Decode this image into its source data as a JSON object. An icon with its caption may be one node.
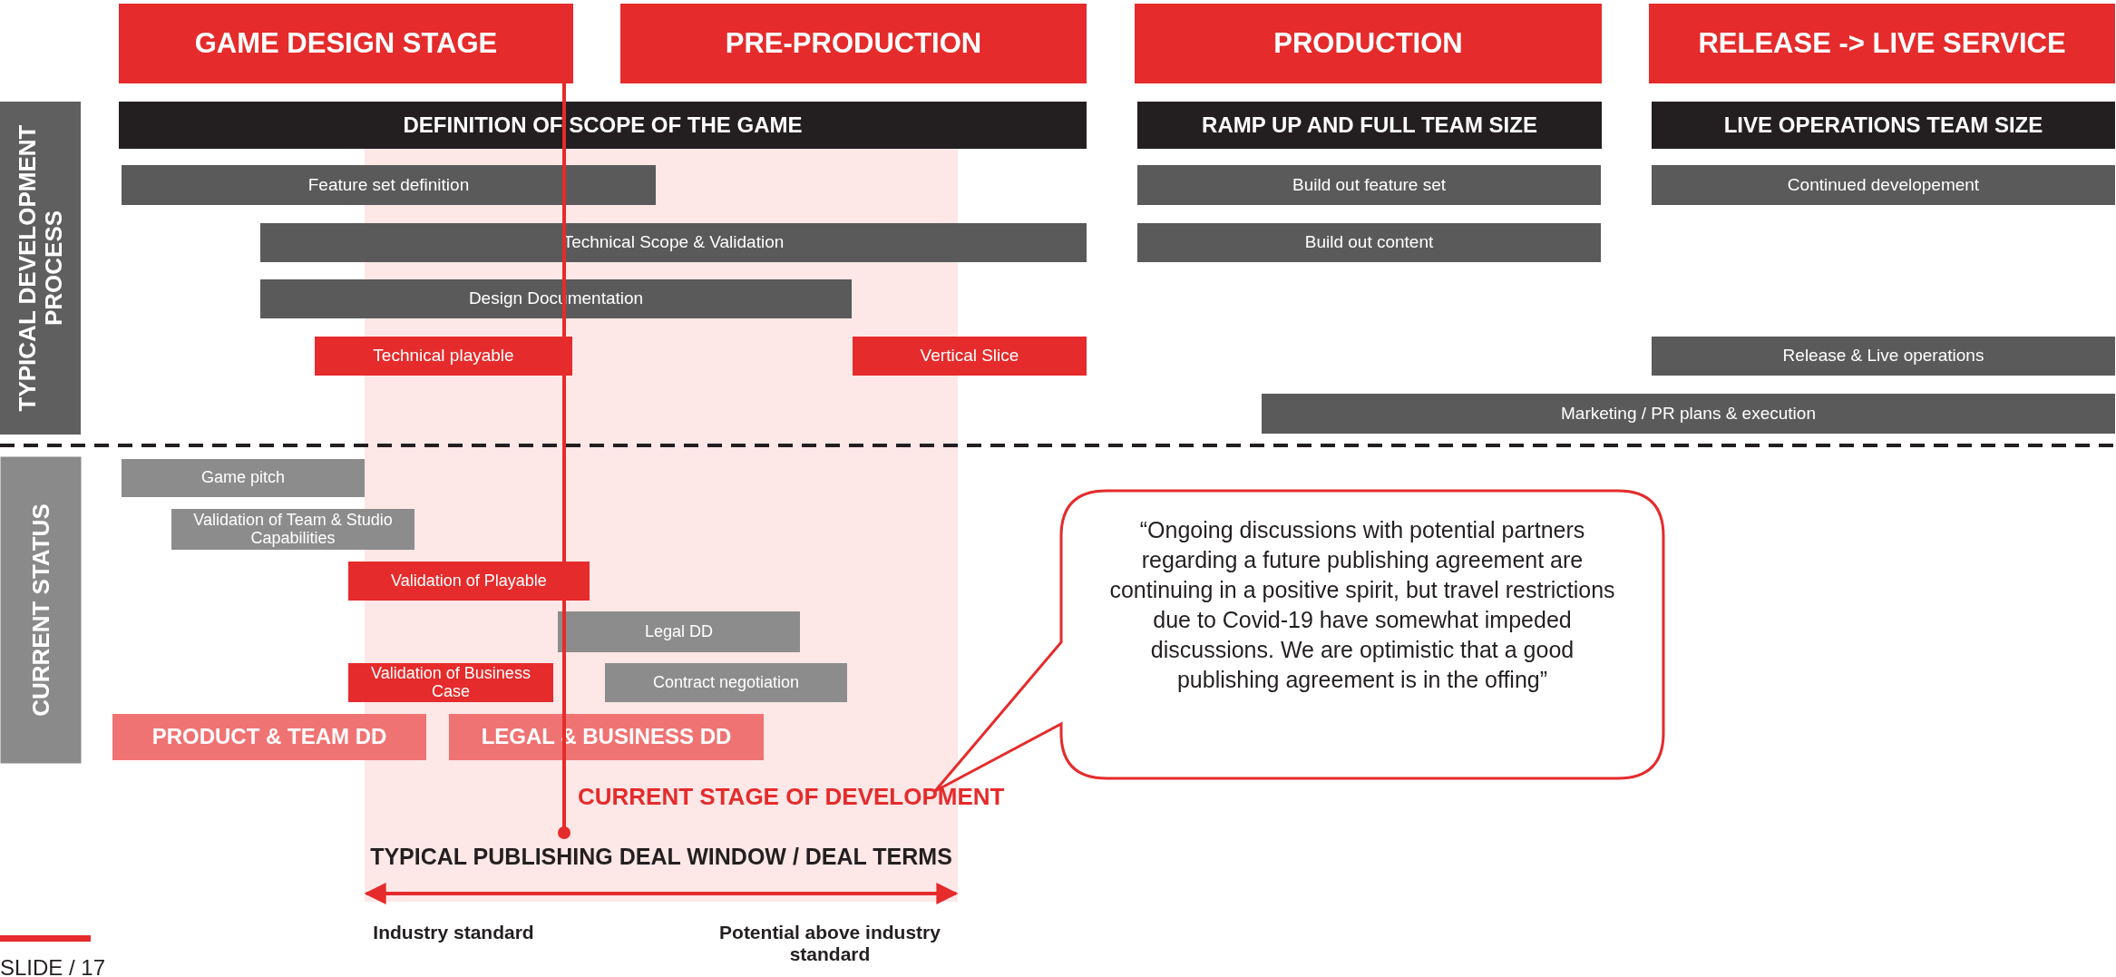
{
  "diagram": {
    "nodes": [
      {
        "text": [
          "GAME DESIGN STAGE"
        ]
      },
      {
        "text": [
          "PRE-PRODUCTION"
        ]
      },
      {
        "text": [
          "PRODUCTION"
        ]
      },
      {
        "text": [
          "RELEASE -> LIVE SERVICE"
        ]
      },
      {
        "text": [
          "TYPICAL DEVELOPMENT PROCESS"
        ]
      },
      {
        "text": [
          "DEFINITION OF SCOPE OF THE GAME"
        ]
      },
      {
        "text": [
          "RAMP UP AND FULL TEAM SIZE"
        ]
      },
      {
        "text": [
          "LIVE OPERATIONS TEAM SIZE"
        ]
      },
      {
        "text": [
          "Feature set definition"
        ]
      },
      {
        "text": [
          "Build out feature set"
        ]
      },
      {
        "text": [
          "Continued developement"
        ]
      },
      {
        "text": [
          "Technical Scope & Validation"
        ]
      },
      {
        "text": [
          "Build out content"
        ]
      },
      {
        "text": [
          "Design Documentation"
        ]
      },
      {
        "text": [
          "Technical playable"
        ]
      },
      {
        "text": [
          "Vertical Slice"
        ]
      },
      {
        "text": [
          "Release & Live operations"
        ]
      },
      {
        "text": [
          "Marketing / PR plans & execution"
        ]
      },
      {
        "text": [
          "CURRENT STATUS"
        ]
      },
      {
        "text": [
          "Game pitch"
        ]
      },
      {
        "text": [
          "Validation of Team & Studio Capabilities"
        ]
      },
      {
        "text": [
          "Validation of Playable"
        ]
      },
      {
        "text": [
          "Legal DD"
        ]
      },
      {
        "text": [
          "Validation of Business Case"
        ]
      },
      {
        "text": [
          "Contract negotiation"
        ]
      },
      {
        "text": [
          "PRODUCT & TEAM DD"
        ]
      },
      {
        "text": [
          "LEGAL & BUSINESS DD"
        ]
      },
      {
        "text": [
          "“Ongoing discussions with potential partners regarding a future publishing agreement are continuing in a positive spirit, but travel restrictions due to Covid-19 have somewhat impeded discussions. We are optimistic that a good publishing agreement is in the offing”"
        ]
      }
    ],
    "edges": [],
    "labels": [
      "CURRENT STAGE OF DEVELOPMENT",
      "TYPICAL PUBLISHING DEAL WINDOW / DEAL TERMS",
      "Industry standard",
      "Potential above industry standard",
      "SLIDE / 17"
    ]
  }
}
